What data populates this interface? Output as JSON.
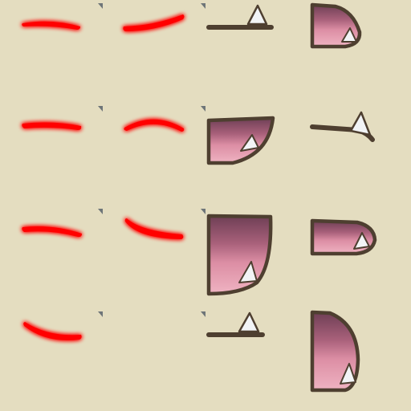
{
  "sheet": {
    "kind": "sprite-atlas",
    "columns": 4,
    "rows": 4,
    "background": "#e4ddc0"
  },
  "colors": {
    "eyebrow_glow": "#ff0000",
    "mouth_outline": "#4e3f30",
    "mouth_inner_dark": "#8a4a62",
    "tongue": "#e79aae",
    "fang": "#f2f4f6",
    "corner_mark": "#6e7578"
  },
  "sprites": [
    {
      "name": "eyebrow-flat-1",
      "type": "eyebrow"
    },
    {
      "name": "eyebrow-raised",
      "type": "eyebrow"
    },
    {
      "name": "mouth-closed-fang",
      "type": "mouth"
    },
    {
      "name": "mouth-open-small",
      "type": "mouth"
    },
    {
      "name": "eyebrow-flat-2",
      "type": "eyebrow"
    },
    {
      "name": "eyebrow-arched",
      "type": "eyebrow"
    },
    {
      "name": "mouth-open-medium",
      "type": "mouth"
    },
    {
      "name": "mouth-closed-fang-2",
      "type": "mouth"
    },
    {
      "name": "eyebrow-flat-3",
      "type": "eyebrow"
    },
    {
      "name": "eyebrow-tilted",
      "type": "eyebrow"
    },
    {
      "name": "mouth-open-large",
      "type": "mouth"
    },
    {
      "name": "mouth-half-open",
      "type": "mouth"
    },
    {
      "name": "eyebrow-curved",
      "type": "eyebrow"
    },
    {
      "name": "empty-cell",
      "type": "empty"
    },
    {
      "name": "mouth-closed-fang-3",
      "type": "mouth"
    },
    {
      "name": "mouth-open-wide",
      "type": "mouth"
    }
  ]
}
